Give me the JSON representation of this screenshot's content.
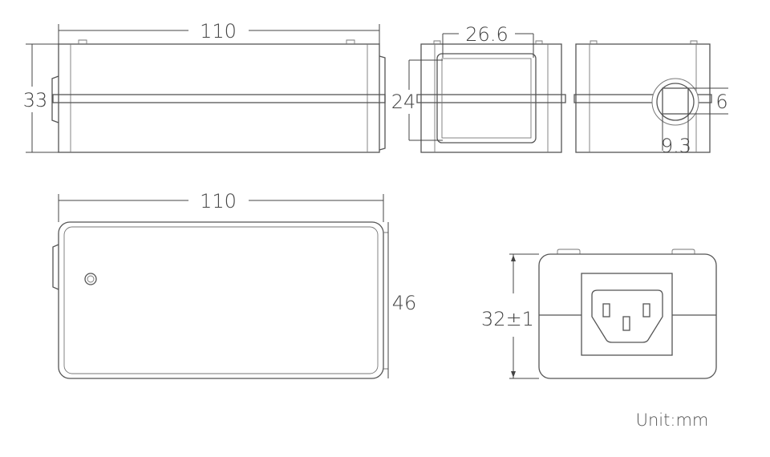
{
  "side_view": {
    "length_label": "110",
    "height_label": "33"
  },
  "front_view": {
    "width_label": "26.6",
    "height_label": "24"
  },
  "rear_view": {
    "hole_height_label": "6",
    "hole_width_label": "9.3"
  },
  "top_view": {
    "length_label": "110",
    "width_label": "46"
  },
  "inlet_view": {
    "height_label": "32±1"
  },
  "unit_label": "Unit:mm",
  "colors": {
    "line": "#555555",
    "background": "#ffffff"
  }
}
